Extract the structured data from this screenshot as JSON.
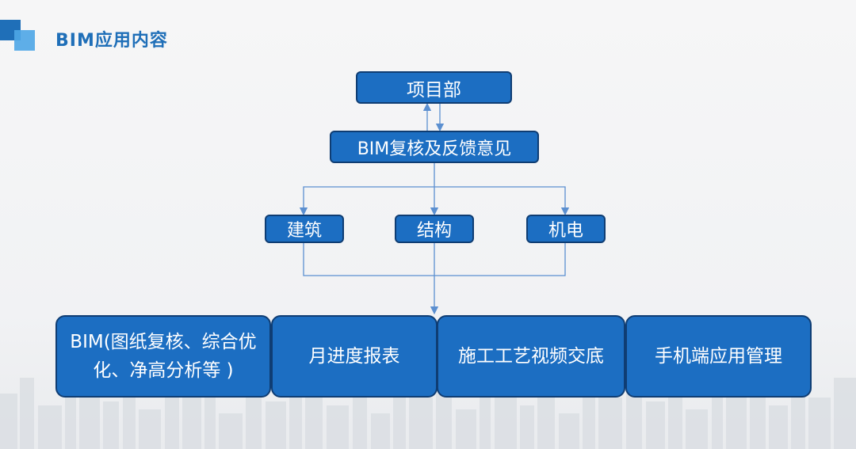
{
  "header": {
    "title": "BIM应用内容"
  },
  "diagram": {
    "top_node": "项目部",
    "review_node": "BIM复核及反馈意见",
    "disciplines": [
      "建筑",
      "结构",
      "机电"
    ],
    "applications": [
      "BIM(图纸复核、综合优化、净高分析等 )",
      "月进度报表",
      "施工工艺视频交底",
      "手机端应用管理"
    ]
  },
  "colors": {
    "box_fill": "#1c6ec2",
    "box_border": "#0f3d73",
    "connector": "#5b8fd0",
    "title": "#1f6fb8"
  }
}
